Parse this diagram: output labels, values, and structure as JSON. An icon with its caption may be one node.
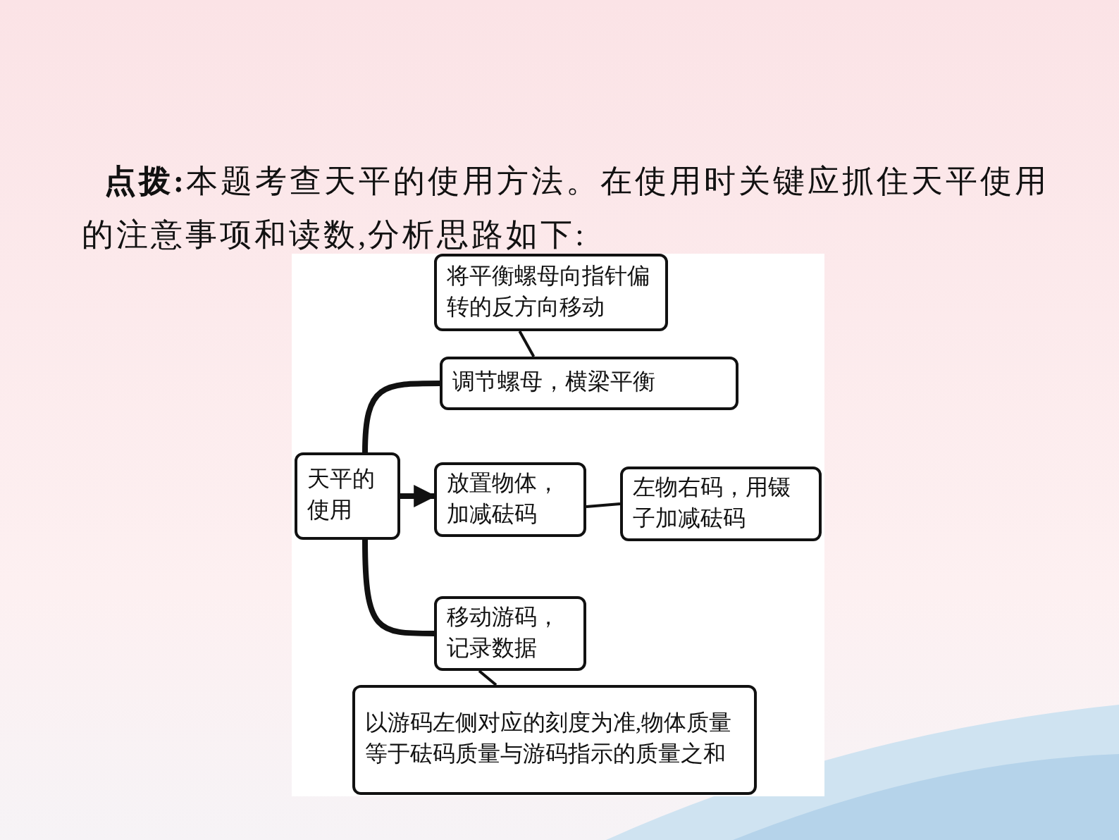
{
  "diagram": {
    "nodes": [
      {
        "text": [
          "天平的使用"
        ]
      },
      {
        "text": [
          "将平衡螺母向指针偏转的反方向移动"
        ]
      },
      {
        "text": [
          "调节螺母，横梁平衡"
        ]
      },
      {
        "text": [
          "放置物体，加减砝码"
        ]
      },
      {
        "text": [
          "左物右码，用镊子加减砝码"
        ]
      },
      {
        "text": [
          "移动游码，记录数据"
        ]
      },
      {
        "text": [
          "以游码左侧对应的刻度为准,物体质量等于砝码质量与游码指示的质量之和"
        ]
      }
    ],
    "edges": [
      {
        "from": 0,
        "to": 2,
        "arrow": "none",
        "style": "thick"
      },
      {
        "from": 0,
        "to": 3,
        "arrow": "to",
        "style": "thick"
      },
      {
        "from": 0,
        "to": 5,
        "arrow": "none",
        "style": "thick"
      },
      {
        "from": 1,
        "to": 2,
        "arrow": "none"
      },
      {
        "from": 4,
        "to": 3,
        "arrow": "none"
      },
      {
        "from": 6,
        "to": 5,
        "arrow": "none"
      }
    ],
    "labels": [
      "**点拨:**本题考查天平的使用方法。在使用时关键应抓住天平使用的注意事项和读数,分析思路如下:"
    ]
  }
}
